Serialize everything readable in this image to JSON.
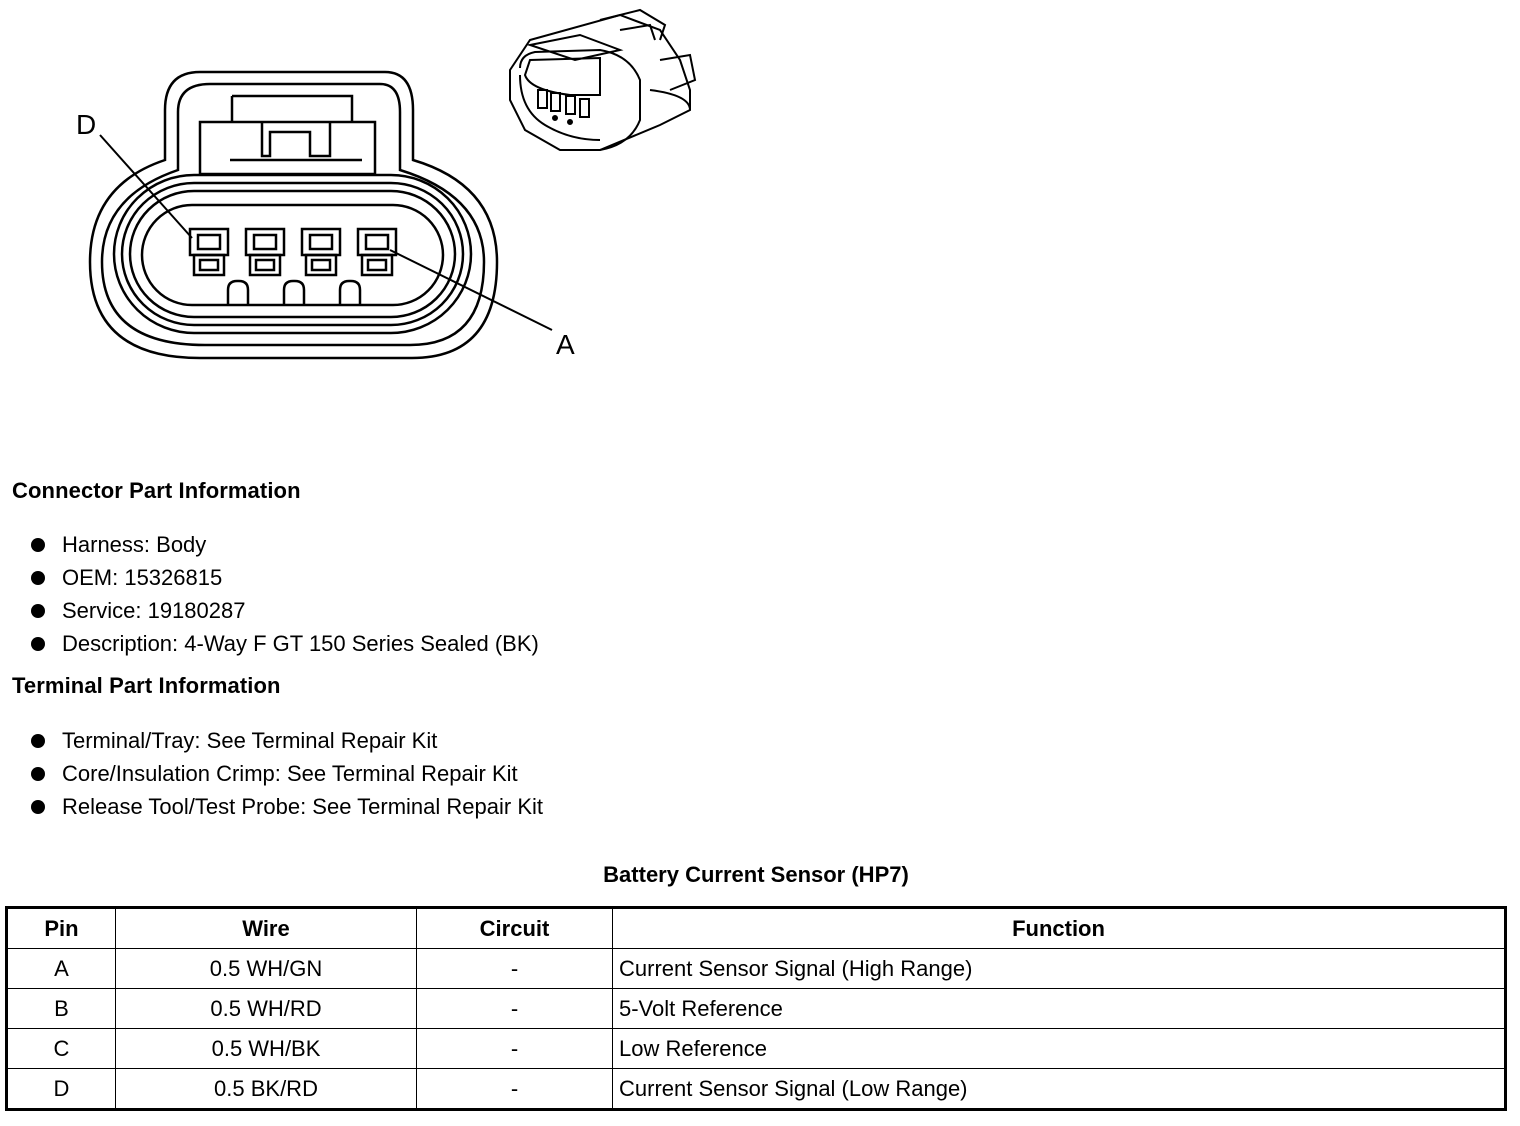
{
  "figure": {
    "callouts": [
      "D",
      "A"
    ]
  },
  "connector_info": {
    "heading": "Connector Part Information",
    "items": [
      "Harness: Body",
      "OEM: 15326815",
      "Service: 19180287",
      "Description: 4-Way F GT 150 Series Sealed (BK)"
    ]
  },
  "terminal_info": {
    "heading": "Terminal Part Information",
    "items": [
      "Terminal/Tray: See Terminal Repair Kit",
      "Core/Insulation Crimp: See Terminal Repair Kit",
      "Release Tool/Test Probe: See Terminal Repair Kit"
    ]
  },
  "table": {
    "title": "Battery Current Sensor (HP7)",
    "headers": [
      "Pin",
      "Wire",
      "Circuit",
      "Function"
    ],
    "rows": [
      [
        "A",
        "0.5 WH/GN",
        "-",
        "Current Sensor Signal (High Range)"
      ],
      [
        "B",
        "0.5 WH/RD",
        "-",
        "5-Volt Reference"
      ],
      [
        "C",
        "0.5 WH/BK",
        "-",
        "Low Reference"
      ],
      [
        "D",
        "0.5 BK/RD",
        "-",
        "Current Sensor Signal (Low Range)"
      ]
    ]
  }
}
